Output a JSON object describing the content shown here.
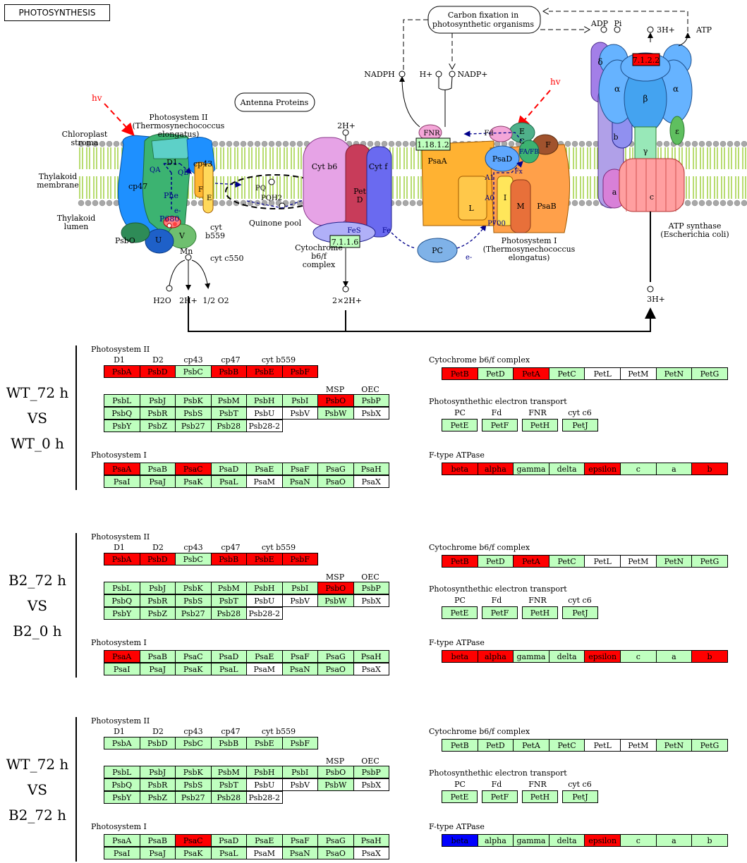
{
  "diagram": {
    "title": "PHOTOSYNTHESIS",
    "labels": {
      "hv_left": "hv",
      "hv_right": "hv",
      "antenna": "Antenna Proteins",
      "carbon_fixation_1": "Carbon fixation in",
      "carbon_fixation_2": "photosynthetic organisms",
      "ps2_name_1": "Photosystem II",
      "ps2_name_2": "(Thermosynechococcus",
      "ps2_name_3": "elongatus)",
      "stroma_1": "Chloroplast",
      "stroma_2": "stroma",
      "thylakoid_membrane_1": "Thylakoid",
      "thylakoid_membrane_2": "membrane",
      "thylakoid_lumen_1": "Thylakoid",
      "thylakoid_lumen_2": "lumen",
      "cp47": "cp47",
      "d1": "D1",
      "cp43": "cp43",
      "qa": "QA",
      "qb": "QB",
      "phe": "Phe",
      "e_minus": "e-",
      "p680": "P680",
      "f": "F",
      "e": "E",
      "cyt_b559_1": "cyt",
      "cyt_b559_2": "b559",
      "psbo": "PsbO",
      "u": "U",
      "v": "V",
      "mn": "Mn",
      "cyt_c550": "cyt c550",
      "h2o": "H2O",
      "two_h_plus": "2H+",
      "half_o2": "1/2 O2",
      "pq": "PQ",
      "pqh2": "PQH2",
      "quinone_pool": "Quinone pool",
      "two_h_top": "2H+",
      "cyt_b6": "Cyt b6",
      "pet_1": "Pet",
      "pet_2": "D",
      "cyt_f": "Cyt f",
      "fes": "FeS",
      "fe": "Fe",
      "ec_7116": "7.1.1.6",
      "cytb6f_1": "Cytochrome",
      "cytb6f_2": "b6/f",
      "cytb6f_3": "complex",
      "two_x_two_h": "2×2H+",
      "pc": "PC",
      "e_minus_pc": "e-",
      "nadph": "NADPH",
      "h_plus": "H+",
      "nadp_plus": "NADP+",
      "fnr": "FNR",
      "ec_11812": "1.18.1.2",
      "fd": "Fd",
      "psad": "PsaD",
      "c": "C",
      "e2": "E",
      "f2": "F",
      "fa_fb": "FA/FB",
      "fx": "Fx",
      "a1": "A1",
      "a0": "A0",
      "psaa": "PsaA",
      "l": "L",
      "i": "I",
      "m": "M",
      "psab": "PsaB",
      "p700": "P700",
      "ps1_name_1": "Photosystem I",
      "ps1_name_2": "(Thermosynechococcus",
      "ps1_name_3": "elongatus)",
      "adp": "ADP",
      "pi": "Pi",
      "three_h_top": "3H+",
      "atp": "ATP",
      "ec_7122": "7.1.2.2",
      "delta": "δ",
      "alpha_l": "α",
      "alpha_r": "α",
      "beta": "β",
      "epsilon": "ε",
      "gamma": "γ",
      "b": "b",
      "a": "a",
      "c_ring": "c",
      "atp_synthase_1": "ATP synthase",
      "atp_synthase_2": "(Escherichia coli)",
      "three_h_bottom": "3H+"
    }
  },
  "common_labels": {
    "ps2_title": "Photosystem II",
    "ps1_title": "Photosystem I",
    "cytb6f_title": "Cytochrome b6/f complex",
    "pet_title": "Photosynthethic electron transport",
    "atpase_title": "F-type ATPase",
    "ps2_sub": [
      "D1",
      "D2",
      "cp43",
      "cp47",
      "cyt b559"
    ],
    "ps2_sub2": [
      "MSP",
      "OEC"
    ],
    "pet_sub": [
      "PC",
      "Fd",
      "FNR",
      "cyt c6"
    ]
  },
  "comparisons": [
    {
      "label_1": "WT_72 h",
      "label_2": "VS",
      "label_3": "WT_0 h",
      "ps2_row1": [
        [
          "PsbA",
          "red"
        ],
        [
          "PsbD",
          "red"
        ],
        [
          "PsbC",
          "green"
        ],
        [
          "PsbB",
          "red"
        ],
        [
          "PsbE",
          "red"
        ],
        [
          "PsbF",
          "red"
        ]
      ],
      "ps2_row2": [
        [
          "PsbL",
          "green"
        ],
        [
          "PsbJ",
          "green"
        ],
        [
          "PsbK",
          "green"
        ],
        [
          "PsbM",
          "green"
        ],
        [
          "PsbH",
          "green"
        ],
        [
          "PsbI",
          "green"
        ],
        [
          "PsbO",
          "red"
        ],
        [
          "PsbP",
          "green"
        ]
      ],
      "ps2_row3": [
        [
          "PsbQ",
          "green"
        ],
        [
          "PsbR",
          "green"
        ],
        [
          "PsbS",
          "green"
        ],
        [
          "PsbT",
          "green"
        ],
        [
          "PsbU",
          "white"
        ],
        [
          "PsbV",
          "white"
        ],
        [
          "PsbW",
          "green"
        ],
        [
          "PsbX",
          "white"
        ]
      ],
      "ps2_row4": [
        [
          "PsbY",
          "green"
        ],
        [
          "PsbZ",
          "green"
        ],
        [
          "Psb27",
          "green"
        ],
        [
          "Psb28",
          "green"
        ],
        [
          "Psb28-2",
          "white"
        ]
      ],
      "ps1_row1": [
        [
          "PsaA",
          "red"
        ],
        [
          "PsaB",
          "green"
        ],
        [
          "PsaC",
          "red"
        ],
        [
          "PsaD",
          "green"
        ],
        [
          "PsaE",
          "green"
        ],
        [
          "PsaF",
          "green"
        ],
        [
          "PsaG",
          "green"
        ],
        [
          "PsaH",
          "green"
        ]
      ],
      "ps1_row2": [
        [
          "PsaI",
          "green"
        ],
        [
          "PsaJ",
          "green"
        ],
        [
          "PsaK",
          "green"
        ],
        [
          "PsaL",
          "green"
        ],
        [
          "PsaM",
          "white"
        ],
        [
          "PsaN",
          "green"
        ],
        [
          "PsaO",
          "green"
        ],
        [
          "PsaX",
          "white"
        ]
      ],
      "cyt_row": [
        [
          "PetB",
          "red"
        ],
        [
          "PetD",
          "green"
        ],
        [
          "PetA",
          "red"
        ],
        [
          "PetC",
          "green"
        ],
        [
          "PetL",
          "white"
        ],
        [
          "PetM",
          "white"
        ],
        [
          "PetN",
          "green"
        ],
        [
          "PetG",
          "green"
        ]
      ],
      "pet_row": [
        [
          "PetE",
          "green"
        ],
        [
          "PetF",
          "green"
        ],
        [
          "PetH",
          "green"
        ],
        [
          "PetJ",
          "green"
        ]
      ],
      "atp_row": [
        [
          "beta",
          "red"
        ],
        [
          "alpha",
          "red"
        ],
        [
          "gamma",
          "green"
        ],
        [
          "delta",
          "green"
        ],
        [
          "epsilon",
          "red"
        ],
        [
          "c",
          "green"
        ],
        [
          "a",
          "green"
        ],
        [
          "b",
          "red"
        ]
      ]
    },
    {
      "label_1": "B2_72 h",
      "label_2": "VS",
      "label_3": "B2_0 h",
      "ps2_row1": [
        [
          "PsbA",
          "red"
        ],
        [
          "PsbD",
          "red"
        ],
        [
          "PsbC",
          "green"
        ],
        [
          "PsbB",
          "red"
        ],
        [
          "PsbE",
          "red"
        ],
        [
          "PsbF",
          "red"
        ]
      ],
      "ps2_row2": [
        [
          "PsbL",
          "green"
        ],
        [
          "PsbJ",
          "green"
        ],
        [
          "PsbK",
          "green"
        ],
        [
          "PsbM",
          "green"
        ],
        [
          "PsbH",
          "green"
        ],
        [
          "PsbI",
          "green"
        ],
        [
          "PsbO",
          "red"
        ],
        [
          "PsbP",
          "green"
        ]
      ],
      "ps2_row3": [
        [
          "PsbQ",
          "green"
        ],
        [
          "PsbR",
          "green"
        ],
        [
          "PsbS",
          "green"
        ],
        [
          "PsbT",
          "green"
        ],
        [
          "PsbU",
          "white"
        ],
        [
          "PsbV",
          "white"
        ],
        [
          "PsbW",
          "green"
        ],
        [
          "PsbX",
          "white"
        ]
      ],
      "ps2_row4": [
        [
          "PsbY",
          "green"
        ],
        [
          "PsbZ",
          "green"
        ],
        [
          "Psb27",
          "green"
        ],
        [
          "Psb28",
          "green"
        ],
        [
          "Psb28-2",
          "white"
        ]
      ],
      "ps1_row1": [
        [
          "PsaA",
          "red"
        ],
        [
          "PsaB",
          "green"
        ],
        [
          "PsaC",
          "green"
        ],
        [
          "PsaD",
          "green"
        ],
        [
          "PsaE",
          "green"
        ],
        [
          "PsaF",
          "green"
        ],
        [
          "PsaG",
          "green"
        ],
        [
          "PsaH",
          "green"
        ]
      ],
      "ps1_row2": [
        [
          "PsaI",
          "green"
        ],
        [
          "PsaJ",
          "green"
        ],
        [
          "PsaK",
          "green"
        ],
        [
          "PsaL",
          "green"
        ],
        [
          "PsaM",
          "white"
        ],
        [
          "PsaN",
          "green"
        ],
        [
          "PsaO",
          "green"
        ],
        [
          "PsaX",
          "white"
        ]
      ],
      "cyt_row": [
        [
          "PetB",
          "red"
        ],
        [
          "PetD",
          "green"
        ],
        [
          "PetA",
          "red"
        ],
        [
          "PetC",
          "green"
        ],
        [
          "PetL",
          "white"
        ],
        [
          "PetM",
          "white"
        ],
        [
          "PetN",
          "green"
        ],
        [
          "PetG",
          "green"
        ]
      ],
      "pet_row": [
        [
          "PetE",
          "green"
        ],
        [
          "PetF",
          "green"
        ],
        [
          "PetH",
          "green"
        ],
        [
          "PetJ",
          "green"
        ]
      ],
      "atp_row": [
        [
          "beta",
          "red"
        ],
        [
          "alpha",
          "red"
        ],
        [
          "gamma",
          "green"
        ],
        [
          "delta",
          "green"
        ],
        [
          "epsilon",
          "red"
        ],
        [
          "c",
          "green"
        ],
        [
          "a",
          "green"
        ],
        [
          "b",
          "red"
        ]
      ]
    },
    {
      "label_1": "WT_72 h",
      "label_2": "VS",
      "label_3": "B2_72 h",
      "ps2_row1": [
        [
          "PsbA",
          "green"
        ],
        [
          "PsbD",
          "green"
        ],
        [
          "PsbC",
          "green"
        ],
        [
          "PsbB",
          "green"
        ],
        [
          "PsbE",
          "green"
        ],
        [
          "PsbF",
          "green"
        ]
      ],
      "ps2_row2": [
        [
          "PsbL",
          "green"
        ],
        [
          "PsbJ",
          "green"
        ],
        [
          "PsbK",
          "green"
        ],
        [
          "PsbM",
          "green"
        ],
        [
          "PsbH",
          "green"
        ],
        [
          "PsbI",
          "green"
        ],
        [
          "PsbO",
          "green"
        ],
        [
          "PsbP",
          "green"
        ]
      ],
      "ps2_row3": [
        [
          "PsbQ",
          "green"
        ],
        [
          "PsbR",
          "green"
        ],
        [
          "PsbS",
          "green"
        ],
        [
          "PsbT",
          "green"
        ],
        [
          "PsbU",
          "white"
        ],
        [
          "PsbV",
          "white"
        ],
        [
          "PsbW",
          "green"
        ],
        [
          "PsbX",
          "white"
        ]
      ],
      "ps2_row4": [
        [
          "PsbY",
          "green"
        ],
        [
          "PsbZ",
          "green"
        ],
        [
          "Psb27",
          "green"
        ],
        [
          "Psb28",
          "green"
        ],
        [
          "Psb28-2",
          "white"
        ]
      ],
      "ps1_row1": [
        [
          "PsaA",
          "green"
        ],
        [
          "PsaB",
          "green"
        ],
        [
          "PsaC",
          "red"
        ],
        [
          "PsaD",
          "green"
        ],
        [
          "PsaE",
          "green"
        ],
        [
          "PsaF",
          "green"
        ],
        [
          "PsaG",
          "green"
        ],
        [
          "PsaH",
          "green"
        ]
      ],
      "ps1_row2": [
        [
          "PsaI",
          "green"
        ],
        [
          "PsaJ",
          "green"
        ],
        [
          "PsaK",
          "green"
        ],
        [
          "PsaL",
          "green"
        ],
        [
          "PsaM",
          "white"
        ],
        [
          "PsaN",
          "green"
        ],
        [
          "PsaO",
          "green"
        ],
        [
          "PsaX",
          "white"
        ]
      ],
      "cyt_row": [
        [
          "PetB",
          "green"
        ],
        [
          "PetD",
          "green"
        ],
        [
          "PetA",
          "green"
        ],
        [
          "PetC",
          "green"
        ],
        [
          "PetL",
          "white"
        ],
        [
          "PetM",
          "white"
        ],
        [
          "PetN",
          "green"
        ],
        [
          "PetG",
          "green"
        ]
      ],
      "pet_row": [
        [
          "PetE",
          "green"
        ],
        [
          "PetF",
          "green"
        ],
        [
          "PetH",
          "green"
        ],
        [
          "PetJ",
          "green"
        ]
      ],
      "atp_row": [
        [
          "beta",
          "blue"
        ],
        [
          "alpha",
          "green"
        ],
        [
          "gamma",
          "green"
        ],
        [
          "delta",
          "green"
        ],
        [
          "epsilon",
          "red"
        ],
        [
          "c",
          "green"
        ],
        [
          "a",
          "green"
        ],
        [
          "b",
          "green"
        ]
      ]
    }
  ],
  "colors": {
    "up": "#ff0000",
    "down": "#0000ff",
    "unchanged": "#bfffbf",
    "absent": "#ffffff",
    "arrow_blue": "#00008b",
    "light_red": "#ff0000"
  }
}
